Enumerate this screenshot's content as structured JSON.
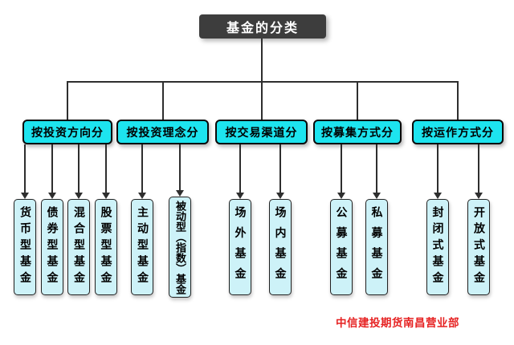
{
  "title": "基金的分类",
  "footer": "中信建投期货南昌营业部",
  "colors": {
    "root_fill": "#3d3d3d",
    "root_text": "#ffffff",
    "category_fill": "#1de4ef",
    "leaf_fill": "#cdf2f8",
    "line": "#2e2e2e",
    "footer_red": "#e62222"
  },
  "groups": [
    {
      "label": "按投资方向分",
      "children": [
        "货币型基金",
        "债券型基金",
        "混合型基金",
        "股票型基金"
      ]
    },
    {
      "label": "按投资理念分",
      "children": [
        "主动型基金",
        "被动型（指数）基金"
      ]
    },
    {
      "label": "按交易渠道分",
      "children": [
        "场外基金",
        "场内基金"
      ]
    },
    {
      "label": "按募集方式分",
      "children": [
        "公募基金",
        "私募基金"
      ]
    },
    {
      "label": "按运作方式分",
      "children": [
        "封闭式基金",
        "开放式基金"
      ]
    }
  ]
}
